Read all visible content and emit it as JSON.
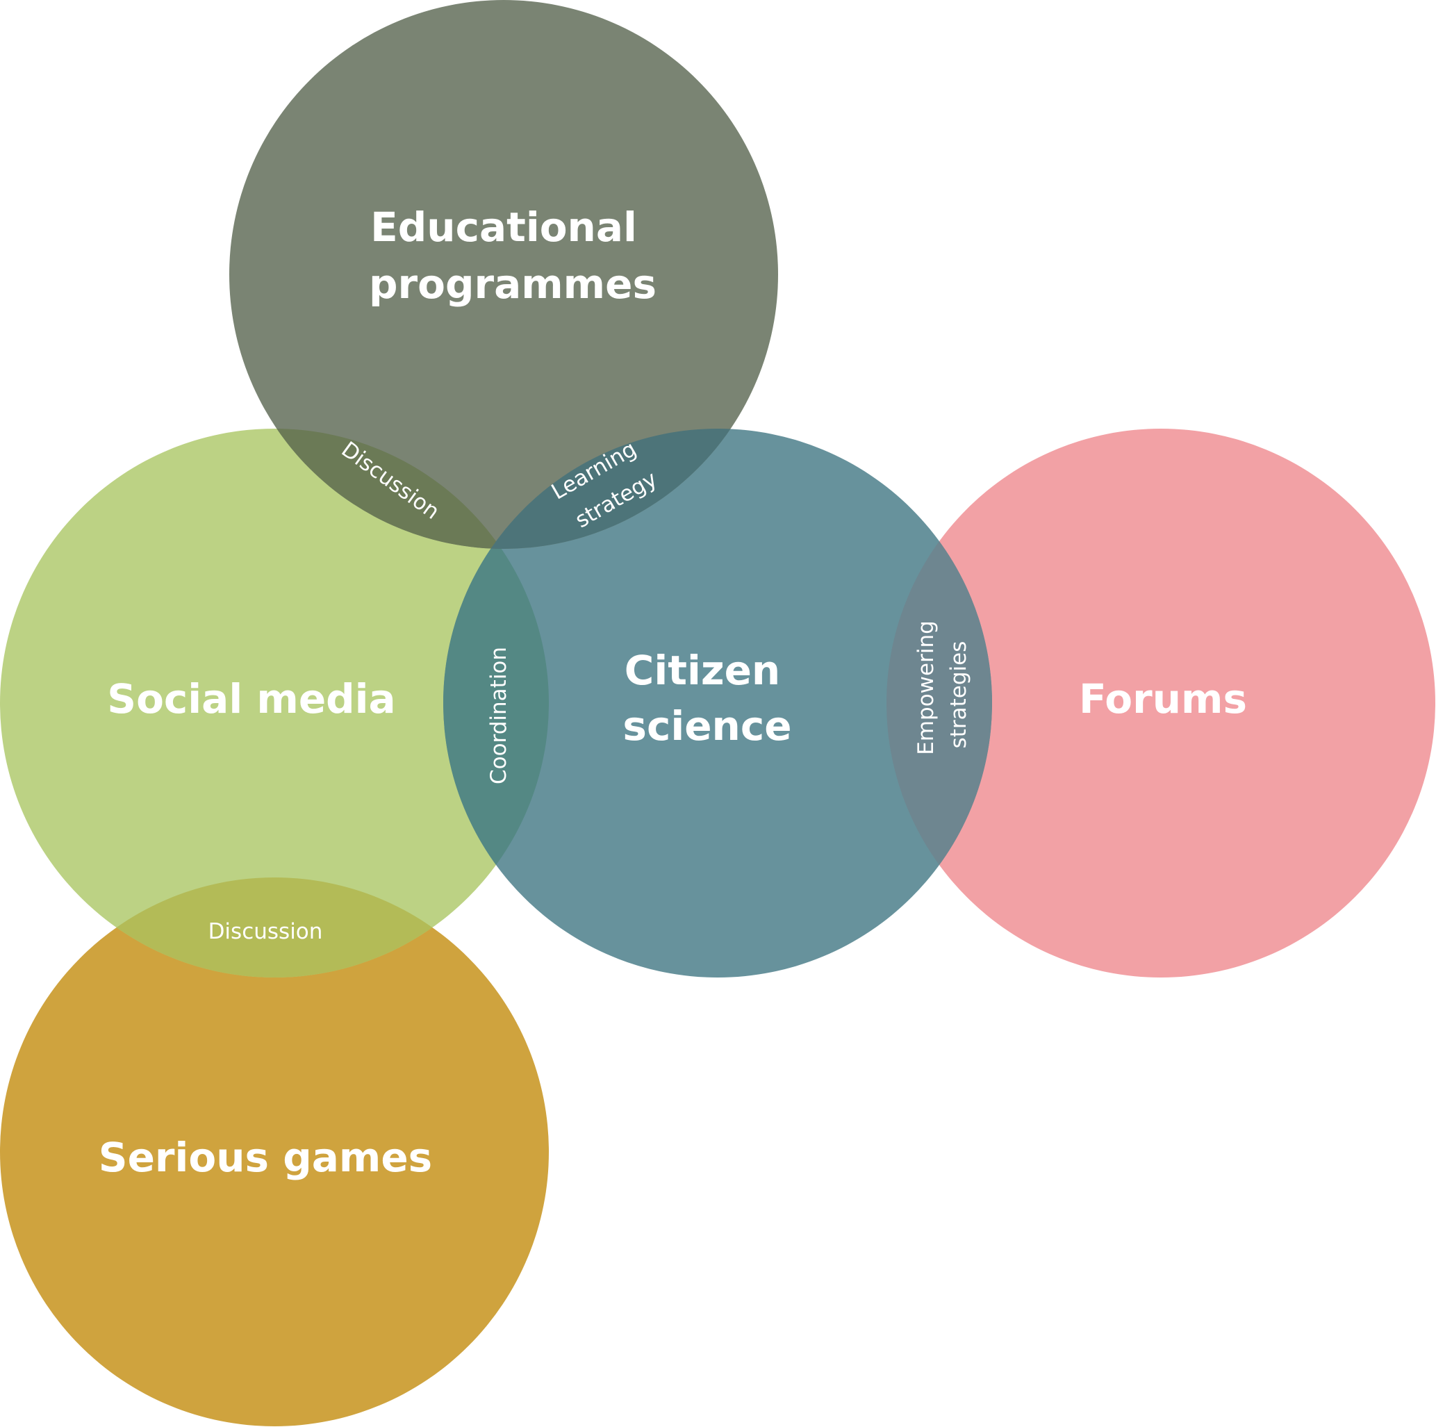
{
  "diagram": {
    "circles": {
      "educational": {
        "label_line1": "Educational",
        "label_line2": "programmes",
        "color": "#7a8473"
      },
      "social": {
        "label": "Social media",
        "color": "#bcd284"
      },
      "citizen": {
        "label_line1": "Citizen",
        "label_line2": "science",
        "color": "#67929c"
      },
      "forums": {
        "label": "Forums",
        "color": "#f2a1a5"
      },
      "serious": {
        "label": "Serious games",
        "color": "#cfa33e"
      }
    },
    "overlaps": {
      "edu_social": {
        "label": "Discussion",
        "color": "#6b7a56"
      },
      "edu_citizen": {
        "label_line1": "Learning",
        "label_line2": "strategy",
        "color": "#4d7479"
      },
      "social_citizen": {
        "label": "Coordination",
        "color": "#548884"
      },
      "citizen_forums": {
        "label_line1": "Empowering",
        "label_line2": "strategies",
        "color": "#6e8690"
      },
      "social_serious": {
        "label": "Discussion",
        "color": "#b3bb57"
      }
    }
  }
}
